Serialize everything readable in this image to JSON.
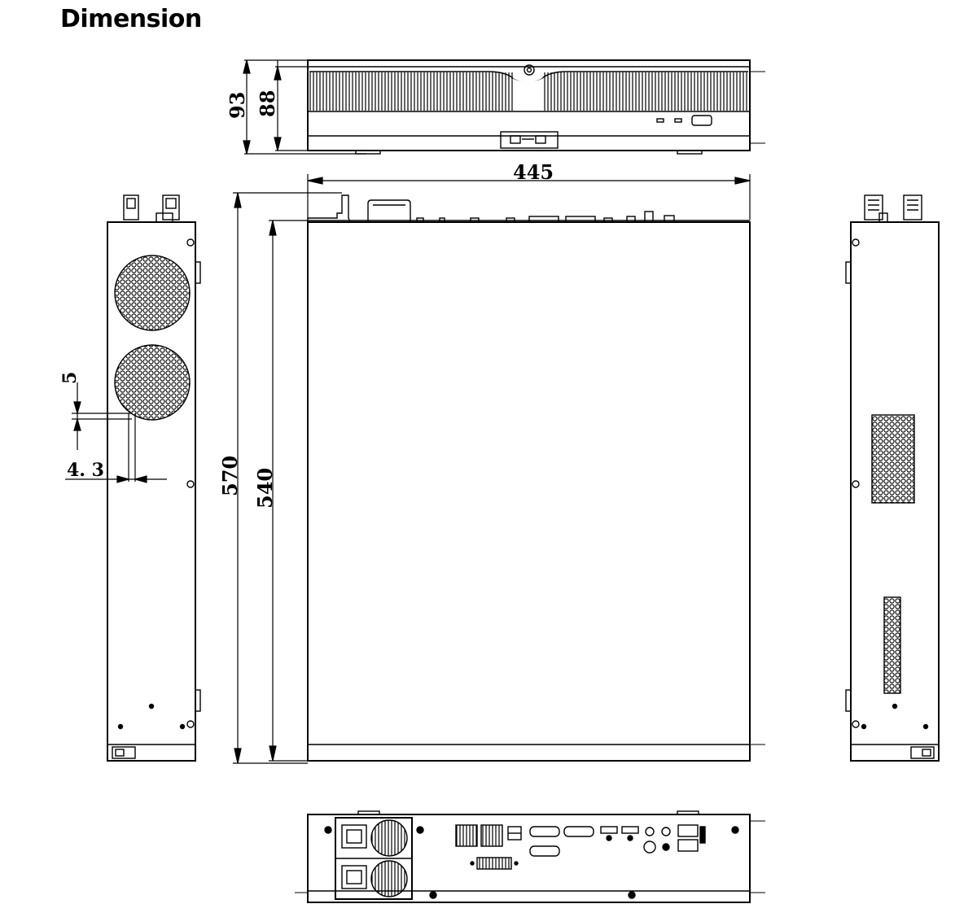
{
  "page": {
    "title": "Dimension"
  },
  "dimensions": {
    "height_overall": "93",
    "height_body": "88",
    "width": "445",
    "depth_overall": "570",
    "depth_body": "540",
    "hole_spacing": "5",
    "hole_diameter": "4. 3"
  }
}
